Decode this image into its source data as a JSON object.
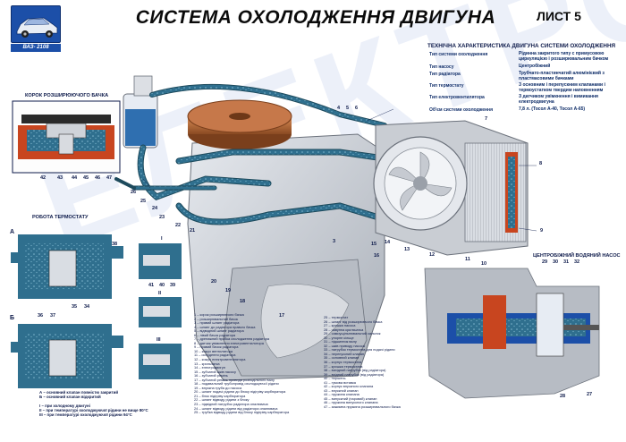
{
  "model_label": "ВАЗ- 2108",
  "title": "СИСТЕМА ОХОЛОДЖЕННЯ ДВИГУНА",
  "sheet": "ЛИСТ 5",
  "watermark": "ЕЛЕКТРОКАС",
  "spec": {
    "title": "Технічна характеристика двигуна системи охолодження",
    "rows": [
      {
        "k": "Тип системи охолодження",
        "v": "Рідинна закритого типу с примусовою циркуляцією і розширювальним бачком"
      },
      {
        "k": "Тип насосу",
        "v": "Центробіжний"
      },
      {
        "k": "Тип радіатора",
        "v": "Трубчато-пластинчатий алюмінієвий з пластмасовими бачками"
      },
      {
        "k": "Тип термостату",
        "v": "З основним і перепускним клапанами і термоустатком твердим наповненням"
      },
      {
        "k": "Тип електровентилятора",
        "v": "З датчиком увімкнення і вимикання електродвигуна"
      },
      {
        "k": "Об'єм системи охолодження",
        "v": "7,8 л. (Тосол А-40, Тосол А-65)"
      }
    ]
  },
  "labels": {
    "cap_section": "Корок розширюючого бачка",
    "thermostat": "Робота термостату",
    "pump": "Центробіжний водяний насос"
  },
  "roman": {
    "a": "А",
    "b": "Б",
    "i": "І",
    "ii": "ІІ",
    "iii": "ІІІ"
  },
  "callouts": {
    "n42": "42",
    "n43": "43",
    "n44": "44",
    "n45": "45",
    "n46": "46",
    "n47": "47",
    "n26": "26",
    "n25": "25",
    "n24": "24",
    "n23": "23",
    "n22": "22",
    "n21": "21",
    "n20": "20",
    "n19": "19",
    "n18": "18",
    "n17": "17",
    "n16": "16",
    "n15": "15",
    "n14": "14",
    "n13": "13",
    "n12": "12",
    "n11": "11",
    "n10": "10",
    "n9": "9",
    "n8": "8",
    "n7": "7",
    "n6": "6",
    "n5": "5",
    "n4": "4",
    "n3": "3",
    "n38": "38",
    "n36": "36",
    "n37": "37",
    "n35": "35",
    "n34": "34",
    "n41": "41",
    "n40": "40",
    "n39": "39",
    "n29": "29",
    "n30": "30",
    "n31": "31",
    "n32": "32",
    "n27": "27",
    "n28": "28"
  },
  "thermo_notes": [
    "А – основний клапан повністю закритий",
    "Б – основний клапан відкритий",
    "",
    "І – при холодному двигуні",
    "ІІ – при температурі охолоджуючої рідини не вище 80°С",
    "ІІІ – при температурі охолоджуючої рідини 94°С"
  ],
  "legend_col1": [
    "1 – корок розширюючого бачка",
    "2 – розширювальний бачок",
    "3 – правий шланг радіатора",
    "4 – шланг до радіатора правого бачка",
    "5 – відводний шланг радіатора",
    "6 – лівий бачок радіатора",
    "7 – дренажний пробка охолодження радіатора",
    "8 – датчик увімкнення електровентилятора",
    "9 – правий бачок радіатора",
    "10 – кожух вентилятора",
    "11 – осердення радіатора",
    "12 – кожух електровентилятора",
    "13 – крильчатка",
    "14 – електродвигун",
    "15 – зубчатий шків насосу",
    "16 – зубчатий ремінь",
    "17 – зубчатий ремінь привода розподільного валу",
    "18 – подавальний трубопровід охолоджуючої рідини",
    "19 – впускна труба до насоса",
    "20 – шланг подачі рідини до блоку підігріву карбюратора",
    "21 – блок підігріву карбюратора",
    "22 – шланг відводу рідини з блоку",
    "23 – підвідний патрубок радіатора опалювача",
    "24 – шланг відводу рідини від радіатора опалювача",
    "25 – трубка відводу рідини від блоку підігріву карбюратора"
  ],
  "legend_col2": [
    "25 – термостат",
    "26 – шланг від розширюючого бачка",
    "27 – кришка насоса",
    "28 – чавунна крильчатка",
    "29 – самоущільнювальний сальник",
    "30 – упорне кільце",
    "31 – підшипник валу",
    "32 – шків приводу насоса",
    "33 – патрубок термостата для подачі рідини",
    "34 – перепускний клапан",
    "35 – основний клапан",
    "36 – корпус термостата",
    "37 – кришка термостата",
    "38 – вихідний патрубок (від радіатора)",
    "39 – вхідний патрубок (від радіатора)",
    "40 – поршень",
    "41 – гумова вставка",
    "42 – корпус впускного клапана",
    "43 – впускний клапан",
    "44 – пружина клапана",
    "45 – випускний (паровий) клапан",
    "46 – пружина випускного клапана",
    "47 – зажимна пружина розширювального бачка"
  ],
  "colors": {
    "title": "#0b0b0b",
    "coolant": "#2f6f8e",
    "pipe_dark": "#1d4a5c",
    "blue": "#1c4fa8",
    "red_cut": "#c8451f",
    "engine": "#c8ccd4"
  }
}
